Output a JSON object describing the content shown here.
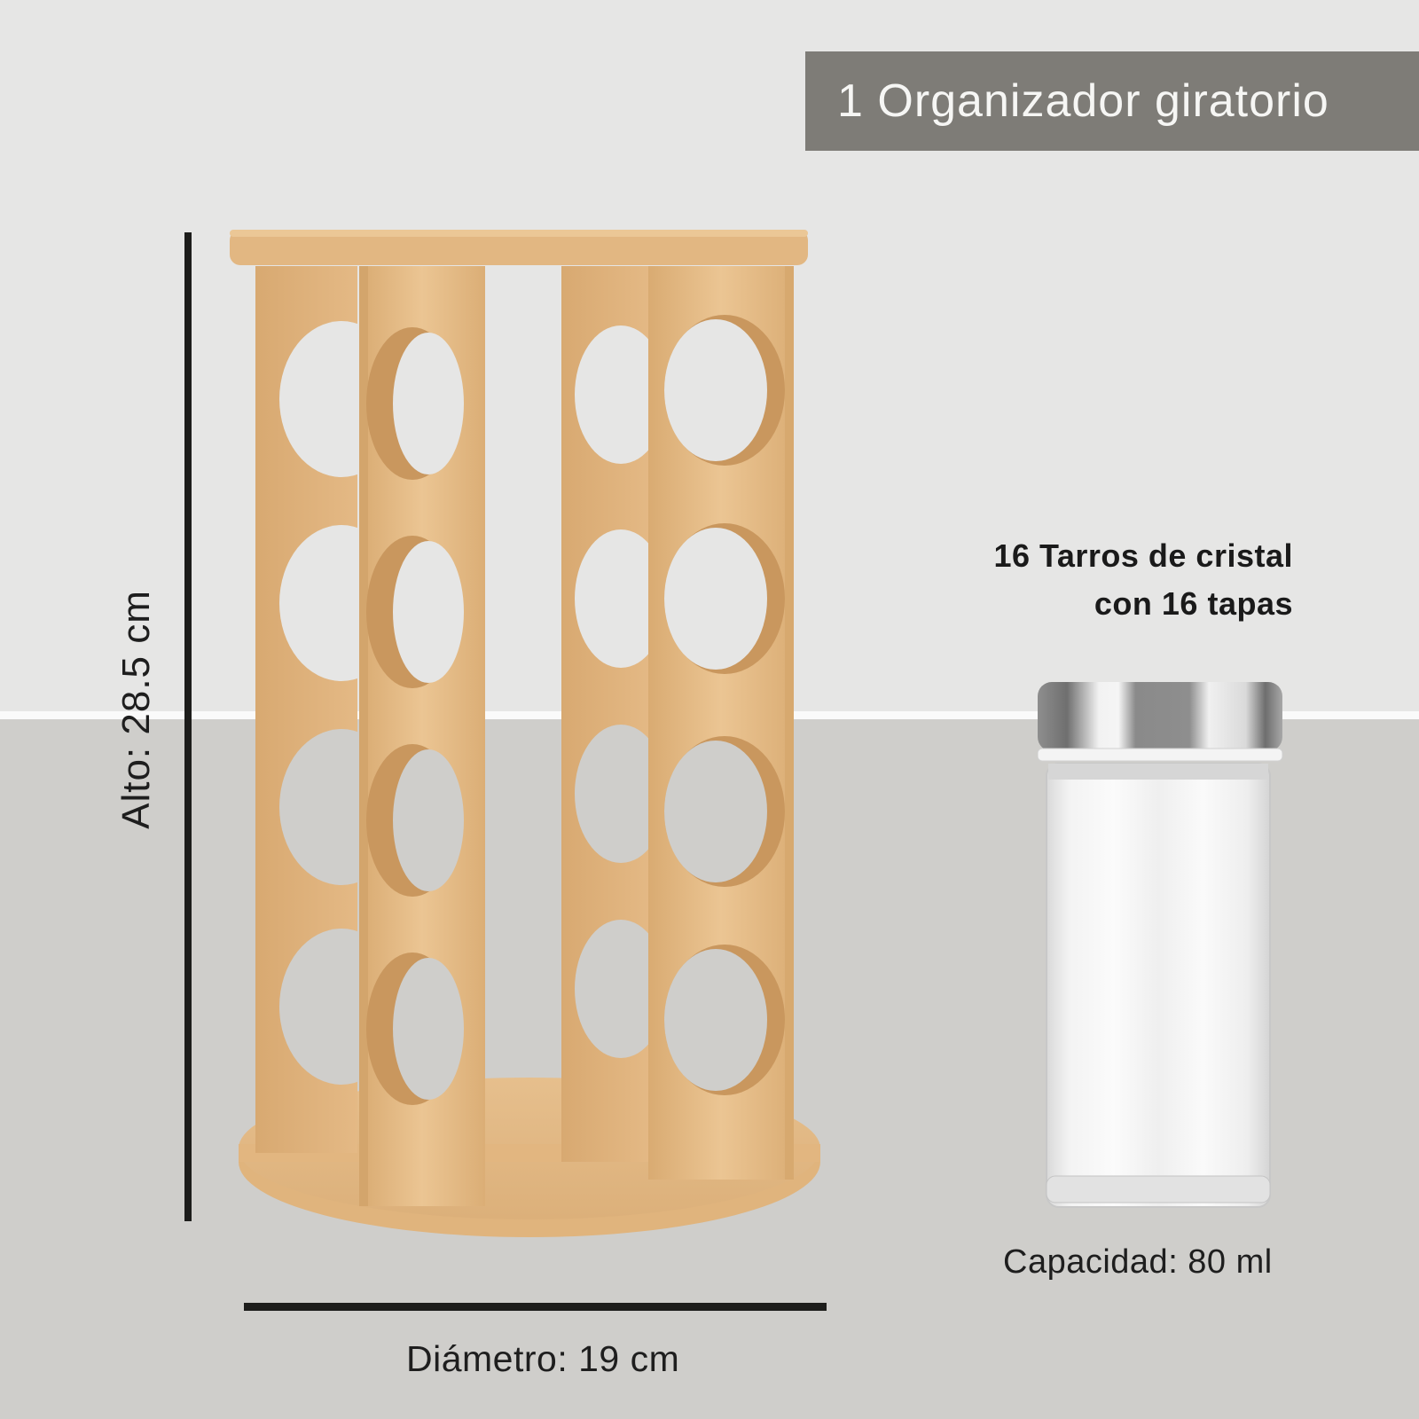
{
  "title_banner": {
    "text": "1 Organizador giratorio"
  },
  "dimensions": {
    "height_label": "Alto: 28.5 cm",
    "diameter_label": "Diámetro: 19 cm"
  },
  "jars": {
    "line1": "16 Tarros de cristal",
    "line2": "con 16 tapas",
    "capacity_label": "Capacidad: 80 ml"
  },
  "colors": {
    "banner_bg": "#7e7c77",
    "banner_text": "#f6f6f4",
    "background_top": "#e6e6e5",
    "background_bottom": "#cfcecb",
    "wood": "#e2b882",
    "measure_line": "#1d1d1b"
  },
  "images": {
    "organizer": "bamboo-rotating-spice-rack",
    "jar": "glass-spice-jar-with-steel-lid"
  }
}
